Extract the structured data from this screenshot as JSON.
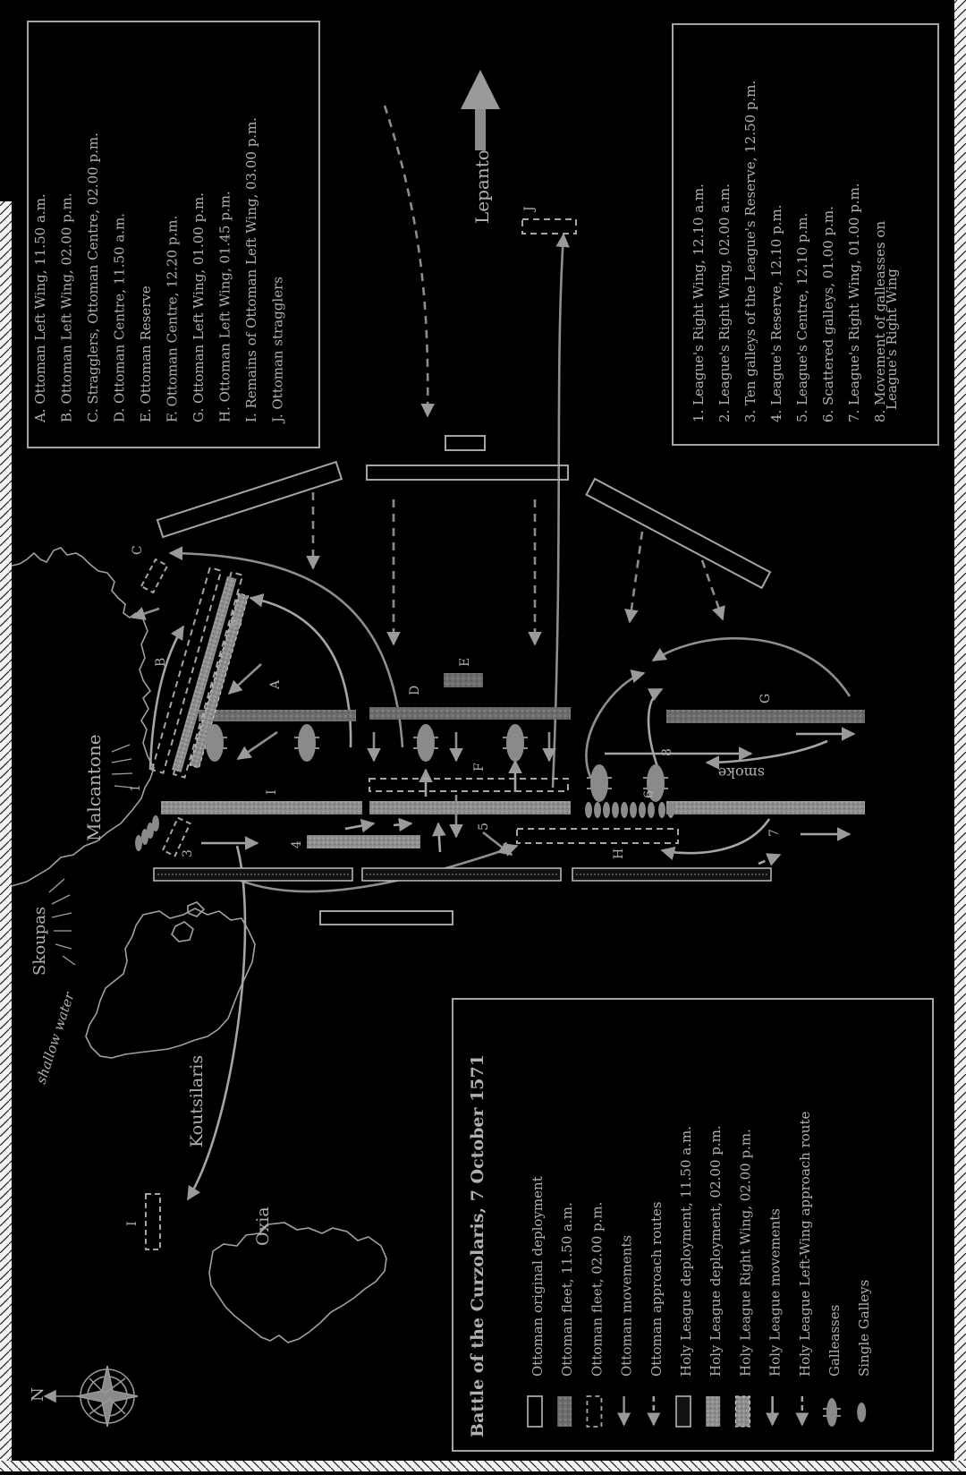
{
  "title": "Battle of the Curzolaris, 7 October 1571",
  "legend": [
    {
      "label": "Ottoman original deployment"
    },
    {
      "label": "Ottoman fleet, 11.50 a.m."
    },
    {
      "label": "Ottoman fleet, 02.00 p.m."
    },
    {
      "label": "Ottoman movements"
    },
    {
      "label": "Ottoman approach routes"
    },
    {
      "label": "Holy League deployment, 11.50 a.m."
    },
    {
      "label": "Holy League deployment, 02.00 p.m."
    },
    {
      "label": "Holy League Right Wing, 02.00 p.m."
    },
    {
      "label": "Holy League movements"
    },
    {
      "label": "Holy League Left-Wing approach route"
    },
    {
      "label": "Galleasses"
    },
    {
      "label": "Single Galleys"
    }
  ],
  "ottoman_key": [
    {
      "letter": "A.",
      "text": "Ottoman Left Wing, 11.50 a.m."
    },
    {
      "letter": "B.",
      "text": "Ottoman Left Wing, 02.00 p.m."
    },
    {
      "letter": "C.",
      "text": "Stragglers, Ottoman Centre, 02.00 p.m."
    },
    {
      "letter": "D.",
      "text": "Ottoman Centre, 11.50 a.m."
    },
    {
      "letter": "E.",
      "text": "Ottoman Reserve"
    },
    {
      "letter": "F.",
      "text": "Ottoman Centre, 12.20 p.m."
    },
    {
      "letter": "G.",
      "text": "Ottoman Left Wing, 01.00 p.m."
    },
    {
      "letter": "H.",
      "text": "Ottoman Left Wing, 01.45 p.m."
    },
    {
      "letter": "I.",
      "text": "Remains of Ottoman Left Wing, 03.00 p.m."
    },
    {
      "letter": "J.",
      "text": "Ottoman stragglers"
    }
  ],
  "league_key": [
    {
      "text": "1. League's Right Wing, 12.10 a.m."
    },
    {
      "text": "2. League's Right Wing, 02.00 a.m."
    },
    {
      "text": "3. Ten galleys of the League's Reserve, 12.50 p.m."
    },
    {
      "text": "4. League's Reserve, 12.10 p.m."
    },
    {
      "text": "5. League's Centre, 12.10 p.m."
    },
    {
      "text": "6. Scattered galleys, 01.00 p.m."
    },
    {
      "text": "7. League's Right Wing, 01.00 p.m."
    },
    {
      "text": "8. Movement of galleasses on"
    },
    {
      "text": "League's Right Wing"
    }
  ],
  "places": {
    "lepanto": "Lepanto",
    "malcantone": "Malcantone",
    "skoupas": "Skoupas",
    "shallow": "shallow water",
    "koutsilaris": "Koutsilaris",
    "oxia": "Oxia",
    "smoke": "smoke",
    "north": "N"
  },
  "markers": {
    "A": "A",
    "B": "B",
    "C": "C",
    "D": "D",
    "E": "E",
    "F": "F",
    "G": "G",
    "H": "H",
    "I": "I",
    "J": "J",
    "n1": "1",
    "n2": "2",
    "n3": "3",
    "n4": "4",
    "n5": "5",
    "n6": "6",
    "n7": "7",
    "n8": "8"
  },
  "colors": {
    "background": "#000000",
    "ink": "#b0b0b0",
    "fill_dark": "#6e6e6e",
    "fill_light": "#8a8a8a"
  }
}
